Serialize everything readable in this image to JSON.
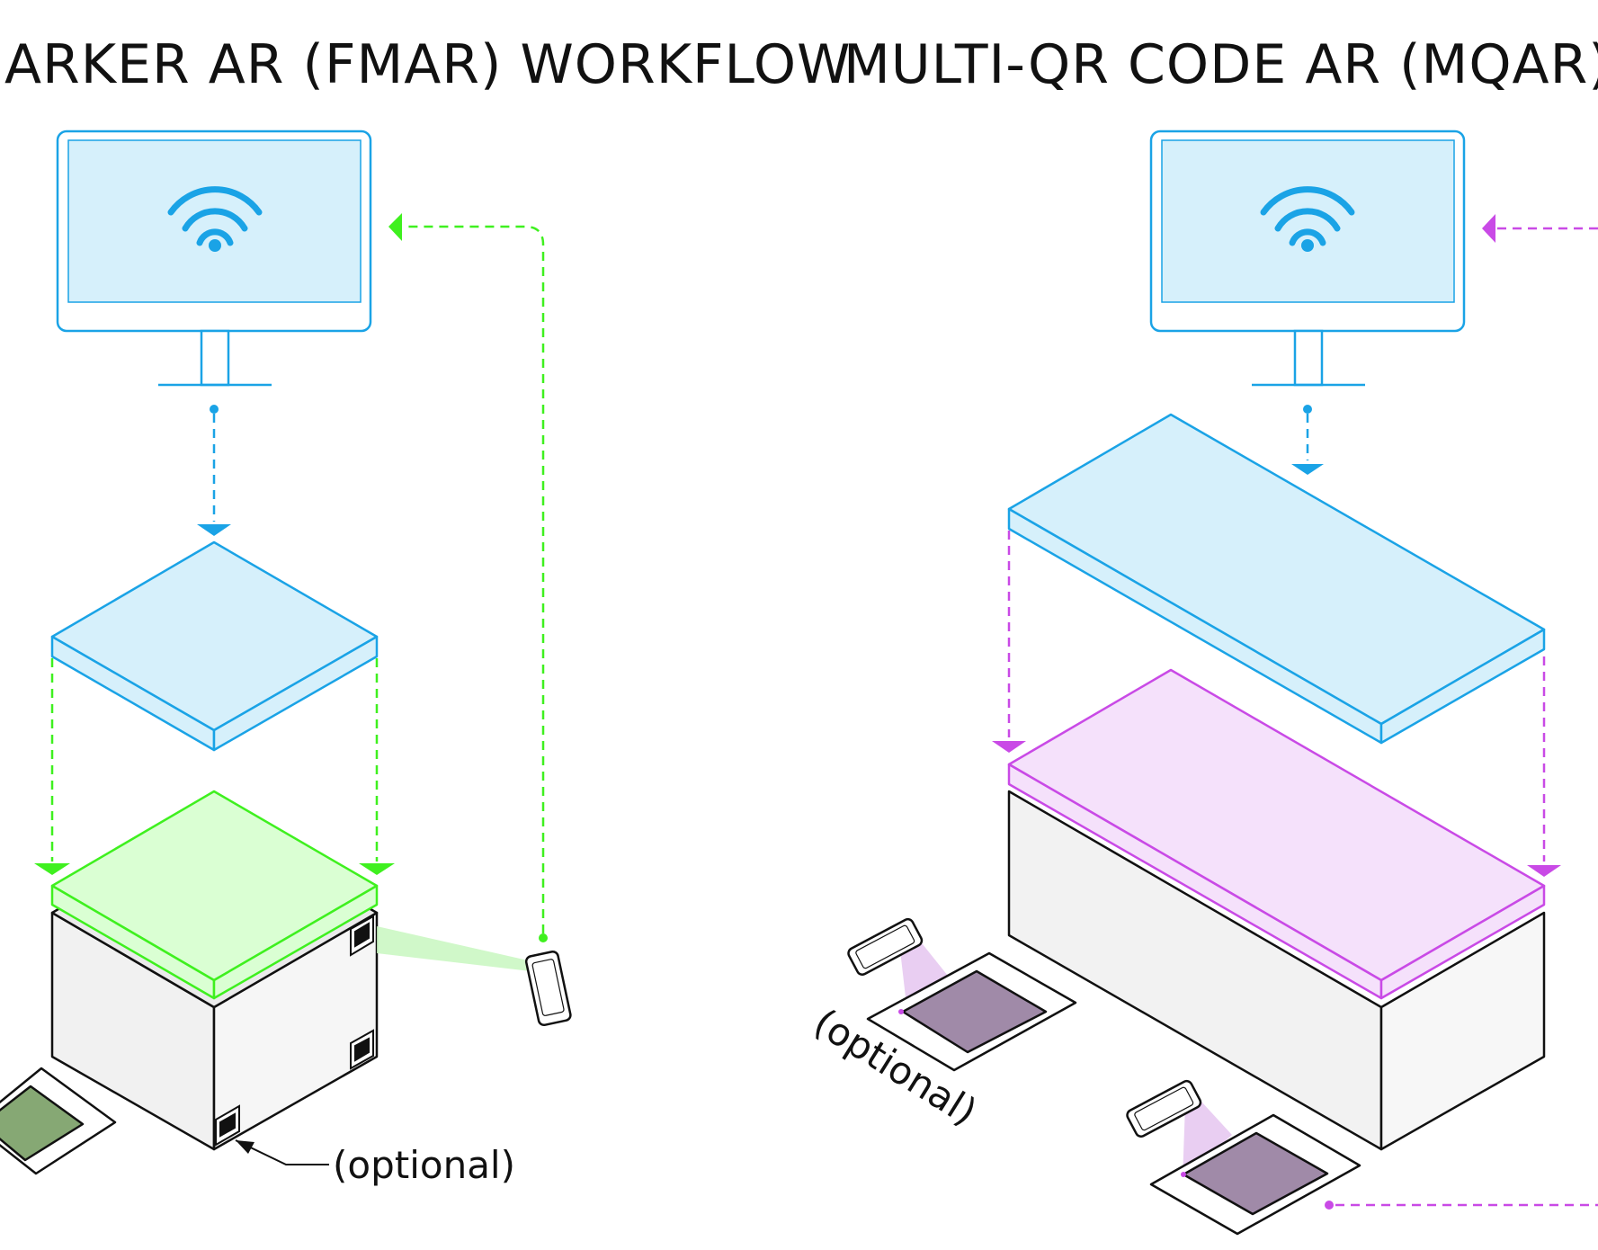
{
  "titles": {
    "left": "ARKER AR (FMAR) WORKFLOW",
    "right": "MULTI-QR CODE AR (MQAR) WOR"
  },
  "labels": {
    "optional_left": "(optional)",
    "optional_right": "(optional)"
  },
  "colors": {
    "blue": "#1aa3e6",
    "blue_fill": "#d6f0fb",
    "green": "#3ff01f",
    "green_fill": "#daffd3",
    "magenta": "#c94ae6",
    "magenta_fill": "#f5e1fb",
    "marker_purple": "#a08aa8",
    "marker_green": "#86a874",
    "box_fill": "#f3f3f3",
    "ink": "#111111"
  },
  "icons": {
    "monitor_left": "wifi-icon",
    "monitor_right": "wifi-icon"
  }
}
